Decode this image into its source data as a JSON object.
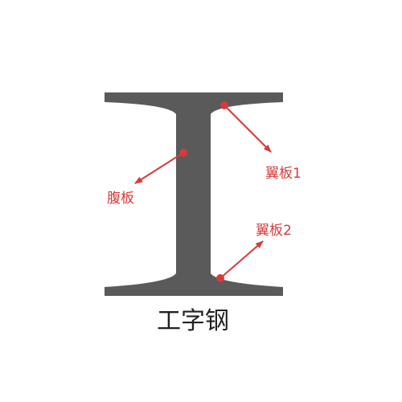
{
  "caption": "工字钢",
  "labels": {
    "web": "腹板",
    "flange_top": "翼板1",
    "flange_bottom": "翼板2"
  },
  "colors": {
    "beam_fill": "#5a5a5a",
    "annotation": "#d83a3a",
    "caption_text": "#222222",
    "background": "#ffffff"
  }
}
